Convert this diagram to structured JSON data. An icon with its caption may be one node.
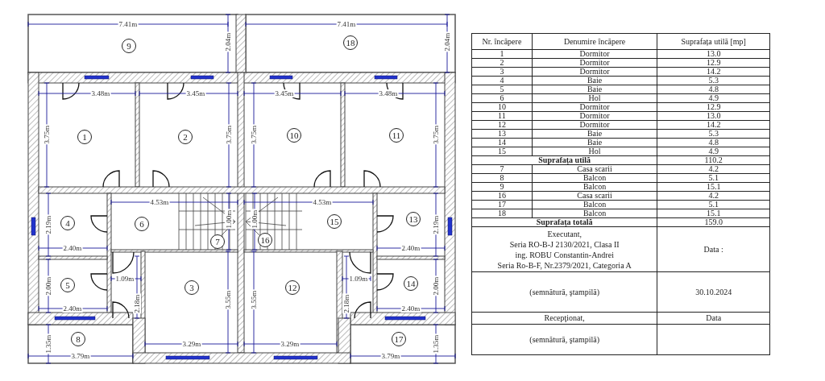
{
  "diagram": {
    "nodes": [
      {
        "text": [
          "9"
        ]
      },
      {
        "text": [
          "18"
        ]
      },
      {
        "text": [
          "1"
        ]
      },
      {
        "text": [
          "2"
        ]
      },
      {
        "text": [
          "10"
        ]
      },
      {
        "text": [
          "11"
        ]
      },
      {
        "text": [
          "4"
        ]
      },
      {
        "text": [
          "6"
        ]
      },
      {
        "text": [
          "15"
        ]
      },
      {
        "text": [
          "13"
        ]
      },
      {
        "text": [
          "7"
        ]
      },
      {
        "text": [
          "16"
        ]
      },
      {
        "text": [
          "5"
        ]
      },
      {
        "text": [
          "3"
        ]
      },
      {
        "text": [
          "12"
        ]
      },
      {
        "text": [
          "14"
        ]
      },
      {
        "text": [
          "8"
        ]
      },
      {
        "text": [
          "17"
        ]
      }
    ],
    "labels": [
      "7.41m",
      "2.04m",
      "7.41m",
      "2.04m",
      "3.48m",
      "3.45m",
      "3.45m",
      "3.48m",
      "3.75m",
      "3.75m",
      "3.75m",
      "3.75m",
      "2.19m",
      "4.53m",
      "1.00m",
      "1.00m",
      "4.53m",
      "2.19m",
      "2.40m",
      "2.40m",
      "2.00m",
      "1.09m",
      "2.18m",
      "3.55m",
      "3.55m",
      "2.18m",
      "1.09m",
      "2.00m",
      "2.40m",
      "2.40m",
      "1.35m",
      "3.29m",
      "3.29m",
      "1.35m",
      "3.79m",
      "3.79m",
      "Nr. încăpere",
      "Denumire încăpere",
      "Suprafața utilă [mp]",
      "1",
      "Dormitor",
      "13.0",
      "2",
      "Dormitor",
      "12.9",
      "3",
      "Dormitor",
      "14.2",
      "4",
      "Baie",
      "5.3",
      "5",
      "Baie",
      "4.8",
      "6",
      "Hol",
      "4.9",
      "10",
      "Dormitor",
      "12.9",
      "11",
      "Dormitor",
      "13.0",
      "12",
      "Dormitor",
      "14.2",
      "13",
      "Baie",
      "5.3",
      "14",
      "Baie",
      "4.8",
      "15",
      "Hol",
      "4.9",
      "Suprafața utilă",
      "110.2",
      "7",
      "Casa scarii",
      "4.2",
      "8",
      "Balcon",
      "5.1",
      "9",
      "Balcon",
      "15.1",
      "16",
      "Casa scarii",
      "4.2",
      "17",
      "Balcon",
      "5.1",
      "18",
      "Balcon",
      "15.1",
      "Suprafața totală",
      "159.0",
      "Executant,",
      "Seria RO-B-J 2130/2021, Clasa II",
      "ing. ROBU Constantin-Andrei",
      "Seria Ro-B-F, Nr.2379/2021, Categoria A",
      "Data :",
      "(semnătură, ştampilă)",
      "30.10.2024",
      "Recepţionat,",
      "Data",
      "(semnătură, ştampilă)"
    ]
  }
}
